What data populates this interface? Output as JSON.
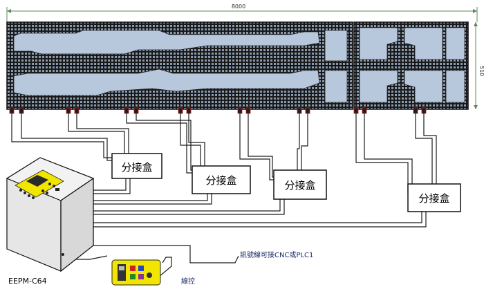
{
  "dimensions": {
    "width_label": "8000",
    "height_label": "510"
  },
  "junction_boxes": [
    {
      "label": "分接盒"
    },
    {
      "label": "分接盒"
    },
    {
      "label": "分接盒"
    },
    {
      "label": "分接盒"
    }
  ],
  "controller": {
    "model": "EEPM-C64"
  },
  "annotations": {
    "signal_line": "訊號線可接CNC或PLC1",
    "wire_control": "線控"
  },
  "colors": {
    "panel_bg": "#1a1a1a",
    "pocket_fill": "#b8c8dc",
    "cable": "#1a1a1a",
    "controller_panel": "#f2e600",
    "remote_fill": "#f2e600"
  }
}
